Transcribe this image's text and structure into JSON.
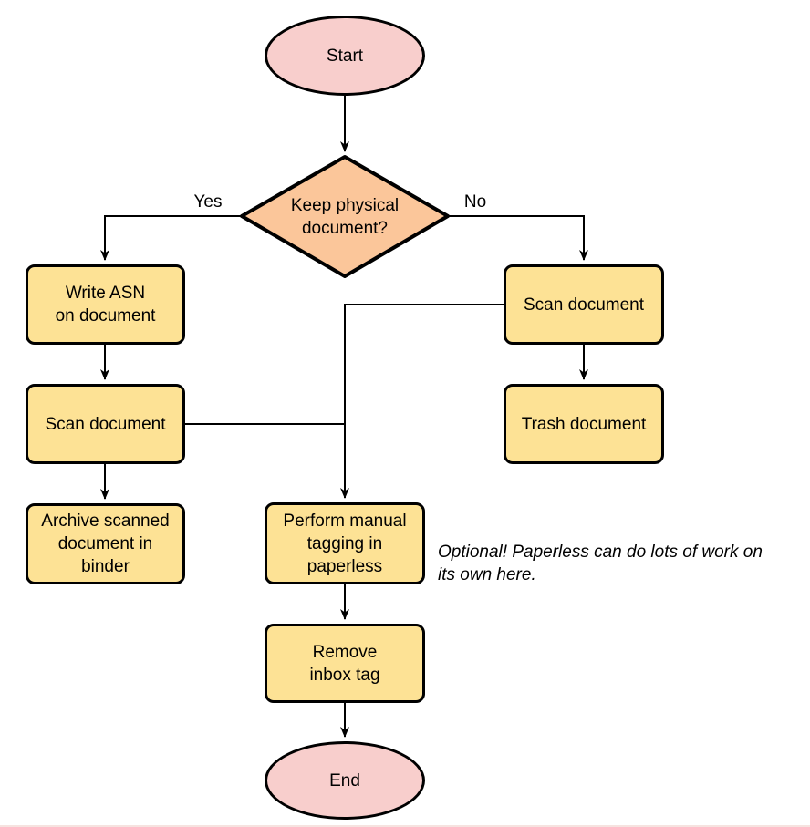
{
  "diagram": {
    "nodes": {
      "start": {
        "label": "Start",
        "type": "terminal"
      },
      "decision": {
        "label": "Keep physical\ndocument?",
        "type": "decision"
      },
      "write_asn": {
        "label": "Write ASN\non document",
        "type": "process"
      },
      "scan_left": {
        "label": "Scan document",
        "type": "process"
      },
      "archive": {
        "label": "Archive scanned\ndocument in\nbinder",
        "type": "process"
      },
      "scan_right": {
        "label": "Scan document",
        "type": "process"
      },
      "trash": {
        "label": "Trash document",
        "type": "process"
      },
      "tagging": {
        "label": "Perform manual\ntagging in\npaperless",
        "type": "process"
      },
      "remove_inbox": {
        "label": "Remove\ninbox tag",
        "type": "process"
      },
      "end": {
        "label": "End",
        "type": "terminal"
      }
    },
    "edge_labels": {
      "yes": "Yes",
      "no": "No"
    },
    "annotation": "Optional! Paperless can do lots of work on\nits own here.",
    "colors": {
      "terminal_fill": "#f8cecc",
      "decision_fill": "#fbc69a",
      "process_fill": "#fde295",
      "stroke": "#000000"
    }
  }
}
